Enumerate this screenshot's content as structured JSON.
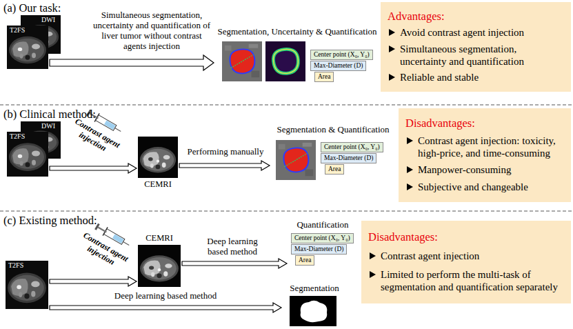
{
  "diagram": {
    "nodes": [
      {
        "text": [
          "DWI"
        ]
      },
      {
        "text": [
          "T2FS"
        ]
      },
      {
        "text": [
          "Segmentation, Uncertainty & Quantification"
        ]
      },
      {
        "text": [
          "Center point (X₀, Y₀)"
        ],
        "in": 2
      },
      {
        "text": [
          "Max-Diameter (D)"
        ],
        "in": 2
      },
      {
        "text": [
          "Area"
        ],
        "in": 2
      },
      {
        "text": [
          "Advantages:",
          "Avoid contrast agent injection",
          "Simultaneous segmentation, uncertainty and quantification",
          "Reliable and stable"
        ]
      },
      {
        "text": [
          "DWI"
        ]
      },
      {
        "text": [
          "T2FS"
        ]
      },
      {
        "text": [
          "CEMRI"
        ]
      },
      {
        "text": [
          "Segmentation & Quantification"
        ]
      },
      {
        "text": [
          "Center point (X₀, Y₀)"
        ],
        "in": 10
      },
      {
        "text": [
          "Max-Diameter (D)"
        ],
        "in": 10
      },
      {
        "text": [
          "Area"
        ],
        "in": 10
      },
      {
        "text": [
          "Disadvantages:",
          "Contrast agent injection: toxicity, high-price, and time-consuming",
          "Manpower-consuming",
          "Subjective and changeable"
        ]
      },
      {
        "text": [
          "T2FS"
        ]
      },
      {
        "text": [
          "CEMRI"
        ]
      },
      {
        "text": [
          "Quantification"
        ]
      },
      {
        "text": [
          "Center point (X₀, Y₀)"
        ],
        "in": 17
      },
      {
        "text": [
          "Max-Diameter (D)"
        ],
        "in": 17
      },
      {
        "text": [
          "Area"
        ],
        "in": 17
      },
      {
        "text": [
          "Segmentation"
        ]
      },
      {
        "text": [
          "Disadvantages:",
          "Contrast agent injection",
          "Limited to perform the multi-task of segmentation and quantification separately"
        ]
      }
    ],
    "edges": [
      {
        "from": 1,
        "to": 2,
        "label": "Simultaneous segmentation, uncertainty and quantification of liver tumor without contrast agents injection",
        "arrow": "to"
      },
      {
        "from": 8,
        "to": 9,
        "label": "Contrast agent injection",
        "arrow": "to"
      },
      {
        "from": 9,
        "to": 10,
        "label": "Performing manually",
        "arrow": "to"
      },
      {
        "from": 15,
        "to": 16,
        "label": "Contrast agent injection",
        "arrow": "to"
      },
      {
        "from": 16,
        "to": 17,
        "label": "Deep learning based method",
        "arrow": "to"
      },
      {
        "from": 15,
        "to": 21,
        "label": "Deep learning based method",
        "arrow": "to"
      }
    ],
    "labels": [
      "(a) Our task:",
      "(b) Clinical method:",
      "(c) Existing method:"
    ]
  }
}
